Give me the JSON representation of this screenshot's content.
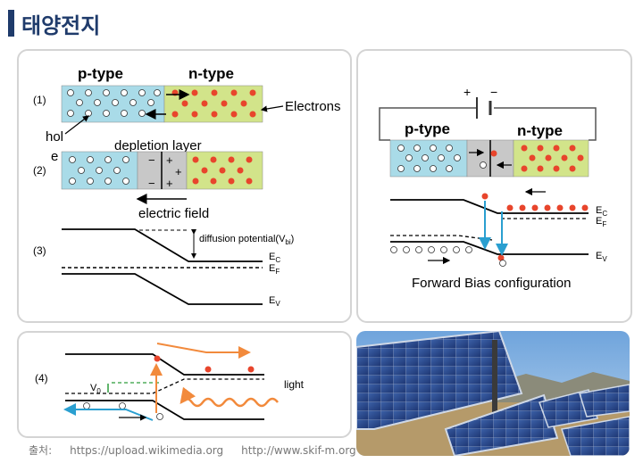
{
  "page": {
    "title": "태양전지"
  },
  "panel1": {
    "step1": "(1)",
    "step2": "(2)",
    "step3": "(3)",
    "p_type": "p-type",
    "n_type": "n-type",
    "electrons": "Electrons",
    "hole_1": "hol",
    "hole_2": "e",
    "depletion": "depletion layer",
    "efield": "electric field",
    "diffusion": "diffusion potential(V",
    "diffusion_sub": "bi",
    "diffusion_end": ")",
    "ec": "E",
    "ec_sub": "C",
    "ef": "E",
    "ef_sub": "F",
    "ev": "E",
    "ev_sub": "V",
    "plus": "+",
    "minus": "−"
  },
  "panel2": {
    "plus": "+",
    "minus": "−",
    "p_type": "p-type",
    "n_type": "n-type",
    "ec": "E",
    "ec_sub": "C",
    "ef": "E",
    "ef_sub": "F",
    "ev": "E",
    "ev_sub": "V",
    "caption": "Forward Bias configuration"
  },
  "panel3": {
    "step4": "(4)",
    "vo": "V",
    "vo_sub": "0",
    "light": "light"
  },
  "photo": {
    "description_icon": "solar-panel-photo"
  },
  "source": {
    "label": "출처:",
    "url1": "https://upload.wikimedia.org",
    "url2": "http://www.skif-m.org"
  },
  "colors": {
    "ptype": "#a9dbe8",
    "ntype": "#d2e48a",
    "depletion": "#c8c8c8",
    "electron": "#e8452c",
    "arrow_orange": "#f28a3c",
    "arrow_blue": "#2a9fd0",
    "title": "#1f3b6b"
  }
}
